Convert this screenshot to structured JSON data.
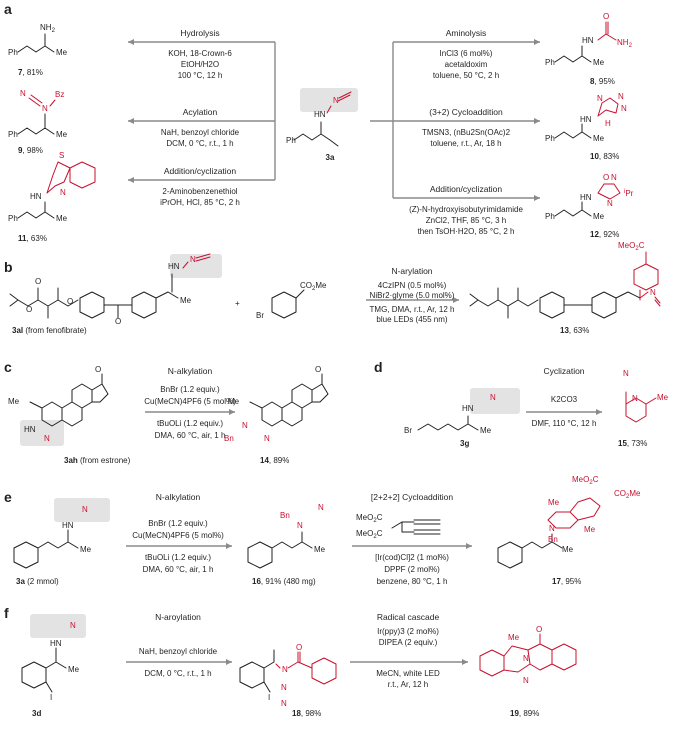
{
  "colors": {
    "accent_red": "#c8102e",
    "highlight_box": "#e3e3e3",
    "arrow_gray": "#8a8a8a",
    "text": "#231f20"
  },
  "panel_labels": [
    "a",
    "b",
    "c",
    "d",
    "e",
    "f"
  ],
  "atoms": {
    "NH2": "NH",
    "two": "2",
    "Me": "Me",
    "Ph": "Ph",
    "N": "N",
    "Bz": "Bz",
    "HN": "HN",
    "H": "H",
    "S": "S",
    "O": "O",
    "NH": "NH",
    "CO2Me": "CO",
    "two_me": "2",
    "Me_tail": "Me",
    "MeO2C": "MeO",
    "two_mid": "2",
    "C_tail": "C",
    "Bn": "Bn",
    "Br": "Br",
    "I": "I",
    "iPr": "Pr",
    "i": "i"
  },
  "panel_a": {
    "center_compound": "3a",
    "left": [
      {
        "title": "Hydrolysis",
        "cond": [
          "KOH, 18-Crown-6",
          "EtOH/H2O",
          "100 °C, 12 h"
        ],
        "product": "7",
        "yield": "81%"
      },
      {
        "title": "Acylation",
        "cond": [
          "NaH, benzoyl chloride",
          "DCM, 0 °C, r.t., 1 h"
        ],
        "product": "9",
        "yield": "98%"
      },
      {
        "title": "Addition/cyclization",
        "cond": [
          "2-Aminobenzenethiol",
          "iPrOH, HCl, 85 °C, 2 h"
        ],
        "product": "11",
        "yield": "63%"
      }
    ],
    "right": [
      {
        "title": "Aminolysis",
        "cond": [
          "InCl3 (6 mol%)",
          "acetaldoxim",
          "toluene, 50 °C, 2 h"
        ],
        "product": "8",
        "yield": "95%"
      },
      {
        "title": "(3+2) Cycloaddition",
        "cond": [
          "TMSN3, (nBu2Sn(OAc)2",
          "toluene, r.t., Ar, 18 h"
        ],
        "product": "10",
        "yield": "83%"
      },
      {
        "title": "Addition/cyclization",
        "cond": [
          "(Z)-N-hydroxyisobutyrimidamide",
          "ZnCl2, THF, 85 °C, 3 h",
          "then TsOH·H2O, 85 °C, 2 h"
        ],
        "product": "12",
        "yield": "92%"
      }
    ]
  },
  "panel_b": {
    "substrate": "3al",
    "substrate_note": " (from fenofibrate)",
    "plus": "+",
    "title": "N-arylation",
    "cond": [
      "4CzIPN (0.5 mol%)",
      "NiBr2·glyme (5.0 mol%)",
      "TMG, DMA, r.t., Ar, 12 h",
      "blue LEDs (455 nm)"
    ],
    "product": "13",
    "yield": "63%"
  },
  "panel_c": {
    "substrate": "3ah",
    "substrate_note": " (from estrone)",
    "title": "N-alkylation",
    "cond": [
      "BnBr (1.2 equiv.)",
      "Cu(MeCN)4PF6 (5 mol%)",
      "tBuOLi (1.2 equiv.)",
      "DMA, 60 °C, air, 1 h"
    ],
    "product": "14",
    "yield": "89%"
  },
  "panel_d": {
    "substrate": "3g",
    "title": "Cyclization",
    "cond": [
      "K2CO3",
      "DMF, 110 °C, 12 h"
    ],
    "product": "15",
    "yield": "73%"
  },
  "panel_e": {
    "substrate": "3a",
    "substrate_note": " (2 mmol)",
    "step1": {
      "title": "N-alkylation",
      "cond": [
        "BnBr (1.2 equiv.)",
        "Cu(MeCN)4PF6 (5 mol%)",
        "tBuOLi (1.2 equiv.)",
        "DMA, 60 °C, air, 1 h"
      ]
    },
    "intermediate": "16",
    "intermediate_yield": "91% (480 mg)",
    "step2": {
      "title": "[2+2+2] Cycloaddition",
      "cond": [
        "[Ir(cod)Cl]2 (1 mol%)",
        "DPPF (2 mol%)",
        "benzene, 80 °C, 1 h"
      ]
    },
    "product": "17",
    "yield": "95%"
  },
  "panel_f": {
    "substrate": "3d",
    "step1": {
      "title": "N-aroylation",
      "cond": [
        "NaH, benzoyl chloride",
        "DCM, 0 °C, r.t., 1 h"
      ]
    },
    "intermediate": "18",
    "intermediate_yield": "98%",
    "step2": {
      "title": "Radical cascade",
      "cond": [
        "Ir(ppy)3 (2 mol%)",
        "DIPEA (2 equiv.)",
        "MeCN, white LED",
        "r.t., Ar, 12 h"
      ]
    },
    "product": "19",
    "yield": "89%"
  }
}
